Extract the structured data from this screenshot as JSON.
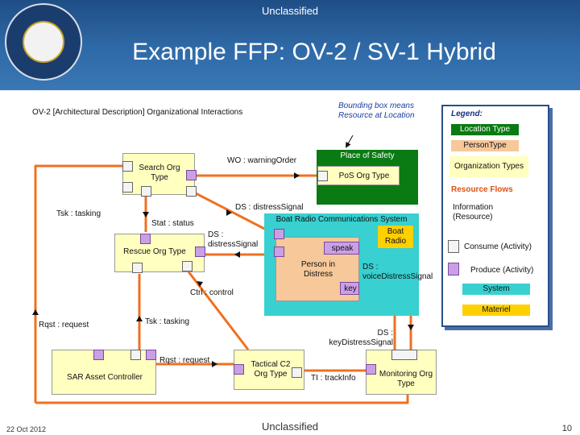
{
  "header": {
    "classification": "Unclassified",
    "title": "Example FFP:  OV-2 / SV-1 Hybrid"
  },
  "footer": {
    "classification": "Unclassified",
    "date": "22 Oct 2012",
    "page": "10"
  },
  "diagram": {
    "subtitle": "OV-2 [Architectural Description] Organizational Interactions",
    "callout": "Bounding box means Resource at Location",
    "place_of_safety": "Place of Safety",
    "pos_org": "PoS Org Type",
    "boat_comms": "Boat Radio Communications System",
    "boat_radio": "Boat Radio",
    "search_org": "Search Org Type",
    "rescue_org": "Rescue Org Type",
    "person": "Person in Distress",
    "speak": "speak",
    "key": "key",
    "sar": "SAR Asset Controller",
    "tactical": "Tactical C2 Org Type",
    "monitoring": "Monitoring Org Type",
    "flows": {
      "wo": "WO : warningOrder",
      "ds_distress": "DS : distressSignal",
      "tsk1": "Tsk : tasking",
      "stat": "Stat : status",
      "ds_distress2": "DS : distressSignal",
      "ds_voice": "DS : voiceDistressSignal",
      "ctrl": "Ctrl : control",
      "tsk2": "Tsk : tasking",
      "rqst1": "Rqst : request",
      "rqst2": "Rqst : request",
      "ds_key": "DS : keyDistressSignal",
      "ti": "TI : trackInfo"
    }
  },
  "legend": {
    "title": "Legend:",
    "location_type": "Location Type",
    "person_type": "PersonType",
    "org_types": "Organization Types",
    "resource_flows": "Resource Flows",
    "information": "Information (Resource)",
    "consume": "Consume (Activity)",
    "produce": "Produce (Activity)",
    "system": "System",
    "materiel": "Materiel"
  },
  "colors": {
    "location": "#0a7a12",
    "person": "#f6c89a",
    "org": "#ffffc0",
    "system": "#38d0d0",
    "materiel": "#ffd000",
    "flow": "#f07020",
    "produce": "#c9a0e6"
  }
}
